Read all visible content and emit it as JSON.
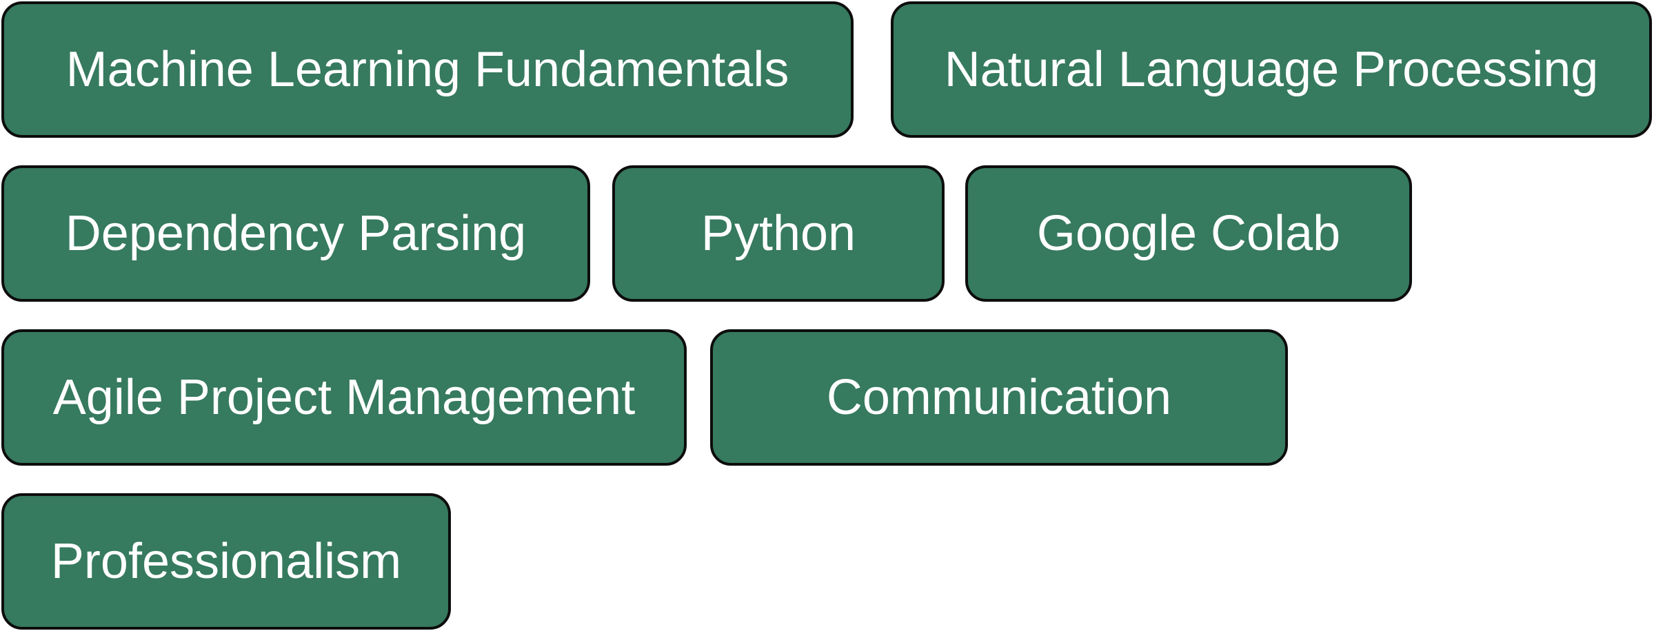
{
  "tags": [
    {
      "label": "Machine Learning Fundamentals"
    },
    {
      "label": "Natural Language Processing"
    },
    {
      "label": "Dependency Parsing"
    },
    {
      "label": "Python"
    },
    {
      "label": "Google Colab"
    },
    {
      "label": "Agile Project Management"
    },
    {
      "label": "Communication"
    },
    {
      "label": "Professionalism"
    }
  ],
  "colors": {
    "tag_fill": "#367a5f",
    "tag_border": "#0d0d0d",
    "tag_text": "#ffffff",
    "background": "#ffffff"
  }
}
